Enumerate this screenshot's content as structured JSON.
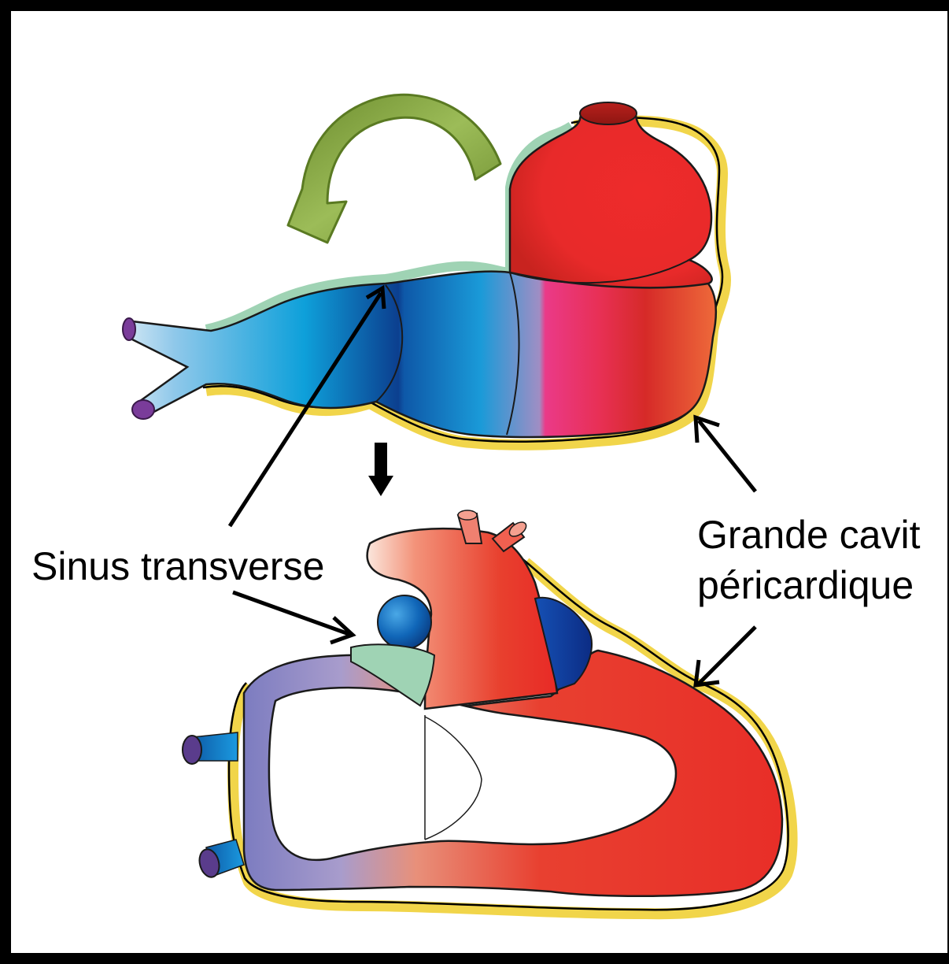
{
  "labels": {
    "sinus_transverse": "Sinus transverse",
    "grande_cavite_line1": "Grande cavit",
    "grande_cavite_line2": "péricardique"
  },
  "colors": {
    "frame_border": "#000000",
    "background": "#ffffff",
    "pericardium_yellow": "#f1d54a",
    "pericardium_green": "#9fd3b4",
    "venous_blue": "#0e58a8",
    "arterial_red": "#e8302c",
    "magenta": "#e8337a",
    "curve_arrow_green": "#7c9c3c",
    "vein_purple": "#7a3c9a"
  },
  "icons": {
    "rotation_arrow": "curved-arrow-icon",
    "transition_arrow": "down-arrow-icon"
  }
}
